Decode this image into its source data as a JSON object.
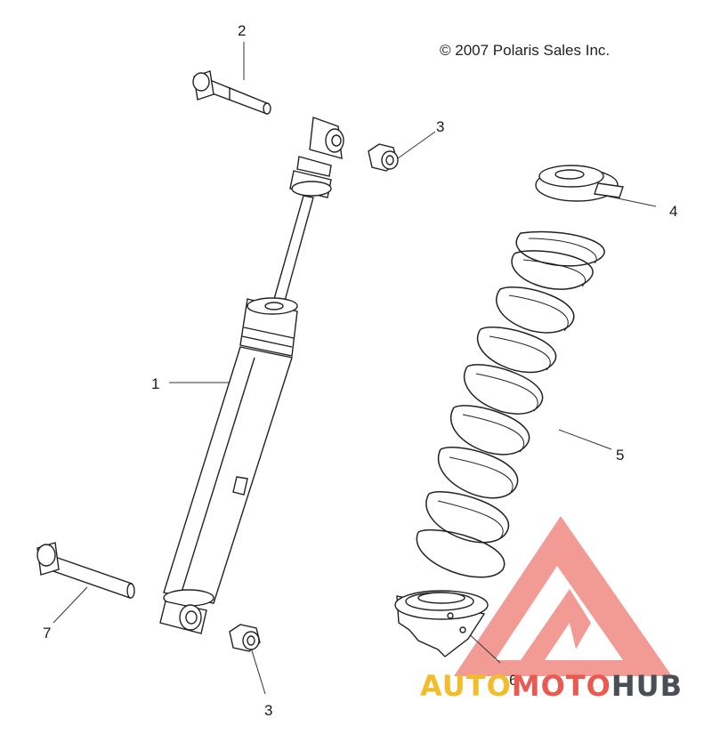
{
  "diagram": {
    "copyright": "© 2007 Polaris Sales Inc.",
    "callouts": [
      {
        "id": "shock",
        "label": "1"
      },
      {
        "id": "upper-bolt",
        "label": "2"
      },
      {
        "id": "upper-nut",
        "label": "3"
      },
      {
        "id": "spring-retainer",
        "label": "4"
      },
      {
        "id": "spring",
        "label": "5"
      },
      {
        "id": "spring-seat",
        "label": "6"
      },
      {
        "id": "lower-bolt",
        "label": "7"
      },
      {
        "id": "lower-nut",
        "label": "3"
      }
    ]
  },
  "watermark": {
    "auto": "AUTO",
    "moto": "MOTO",
    "hub": "HUB",
    "colors": {
      "auto": "#f2bc2c",
      "moto": "#ea5a52",
      "hub": "#4a4f55"
    }
  }
}
